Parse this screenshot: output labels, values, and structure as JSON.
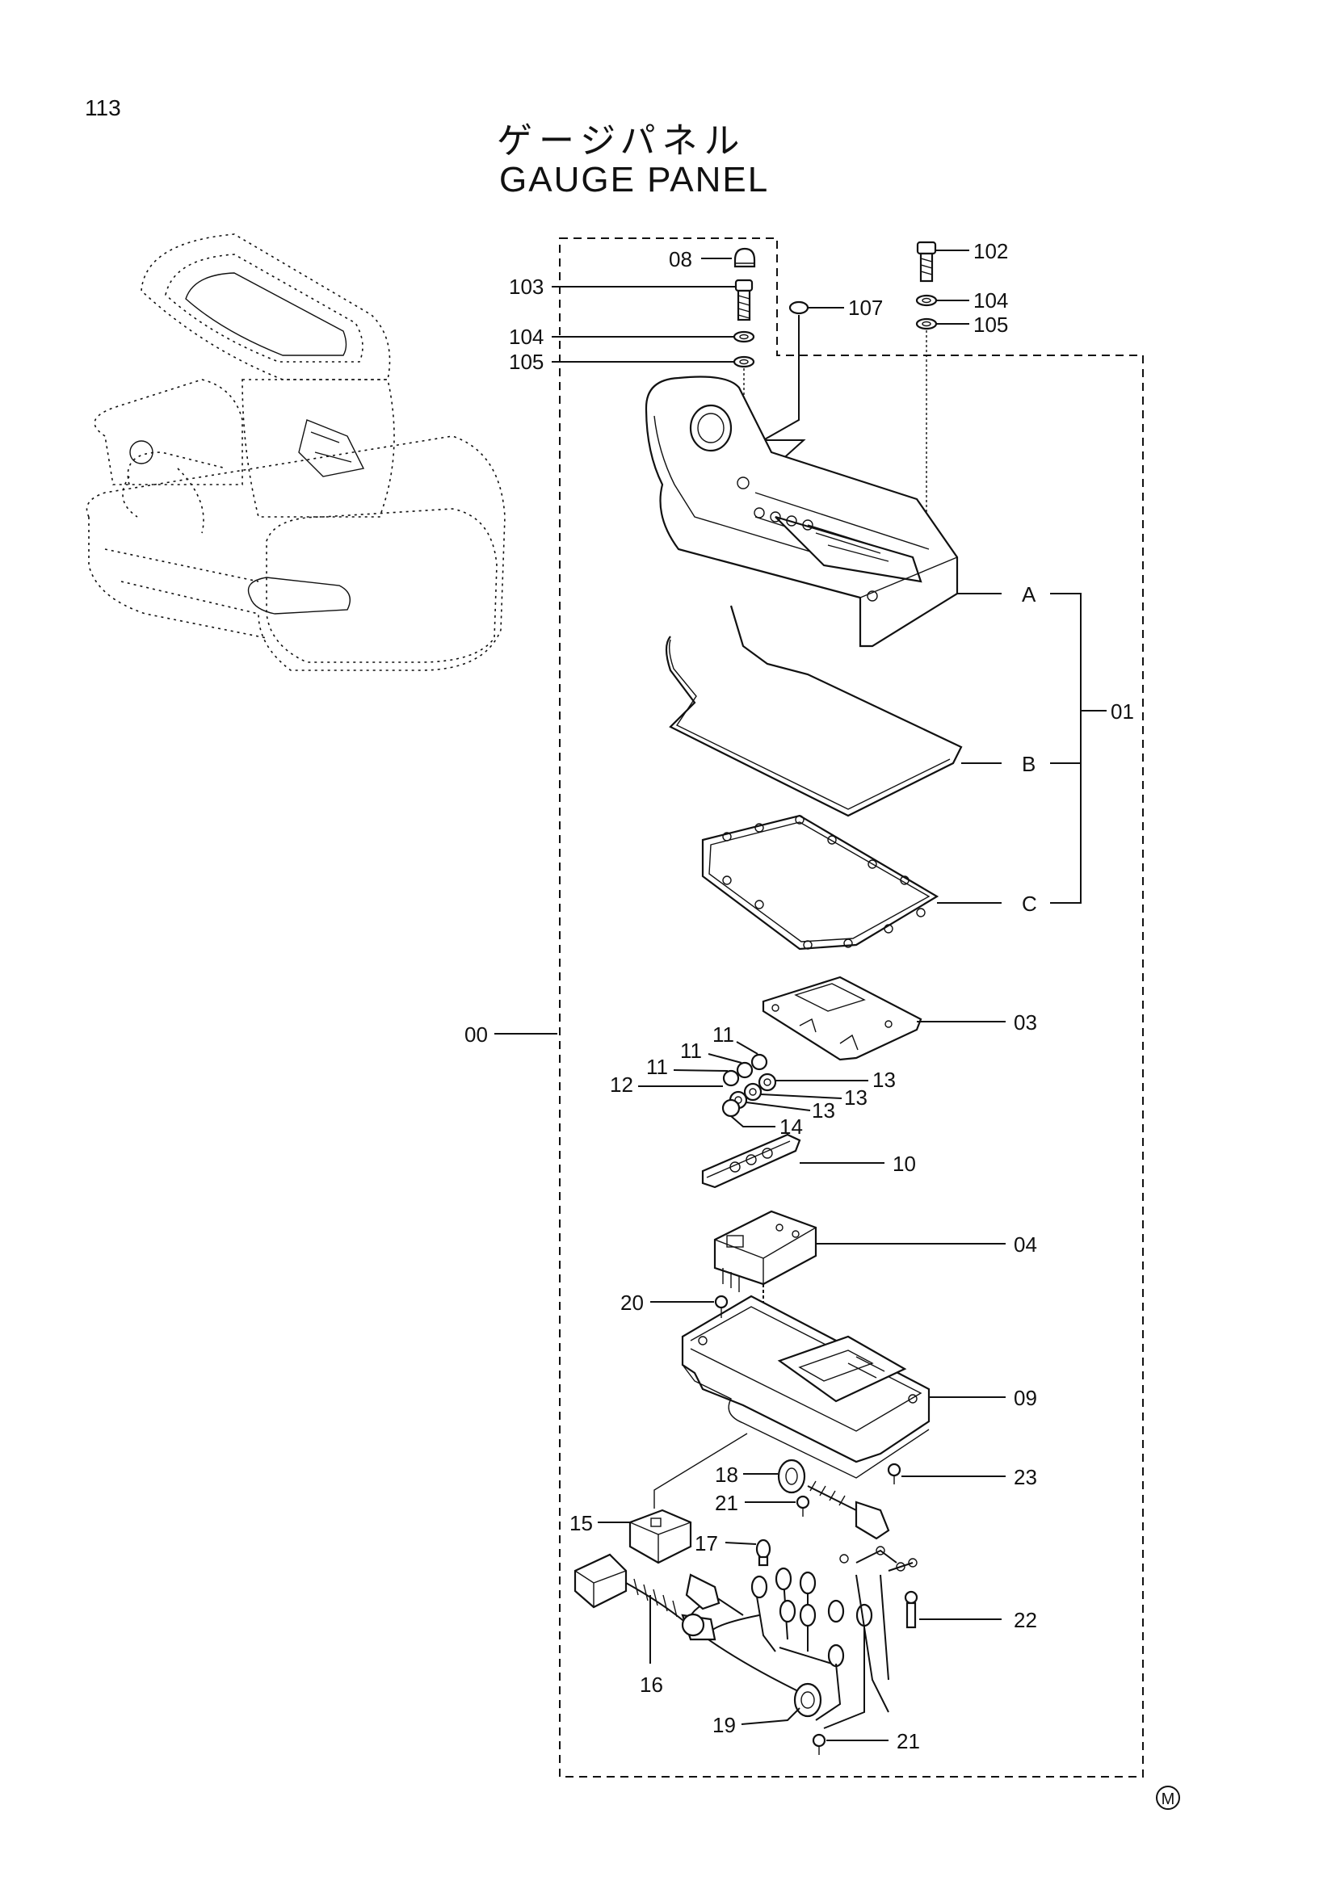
{
  "page": {
    "number": "113",
    "title_ja": "ゲージパネル",
    "title_en": "GAUGE PANEL",
    "maker_mark": "M"
  },
  "callouts": {
    "c08": "08",
    "c103": "103",
    "c104a": "104",
    "c105a": "105",
    "c102": "102",
    "c107": "107",
    "c104b": "104",
    "c105b": "105",
    "cA": "A",
    "cB": "B",
    "cC": "C",
    "c01": "01",
    "c00": "00",
    "c03": "03",
    "c11a": "11",
    "c11b": "11",
    "c11c": "11",
    "c12": "12",
    "c13a": "13",
    "c13b": "13",
    "c13c": "13",
    "c14": "14",
    "c10": "10",
    "c04": "04",
    "c20": "20",
    "c09": "09",
    "c18": "18",
    "c23": "23",
    "c21a": "21",
    "c15": "15",
    "c17": "17",
    "c22": "22",
    "c16": "16",
    "c19": "19",
    "c21b": "21"
  }
}
